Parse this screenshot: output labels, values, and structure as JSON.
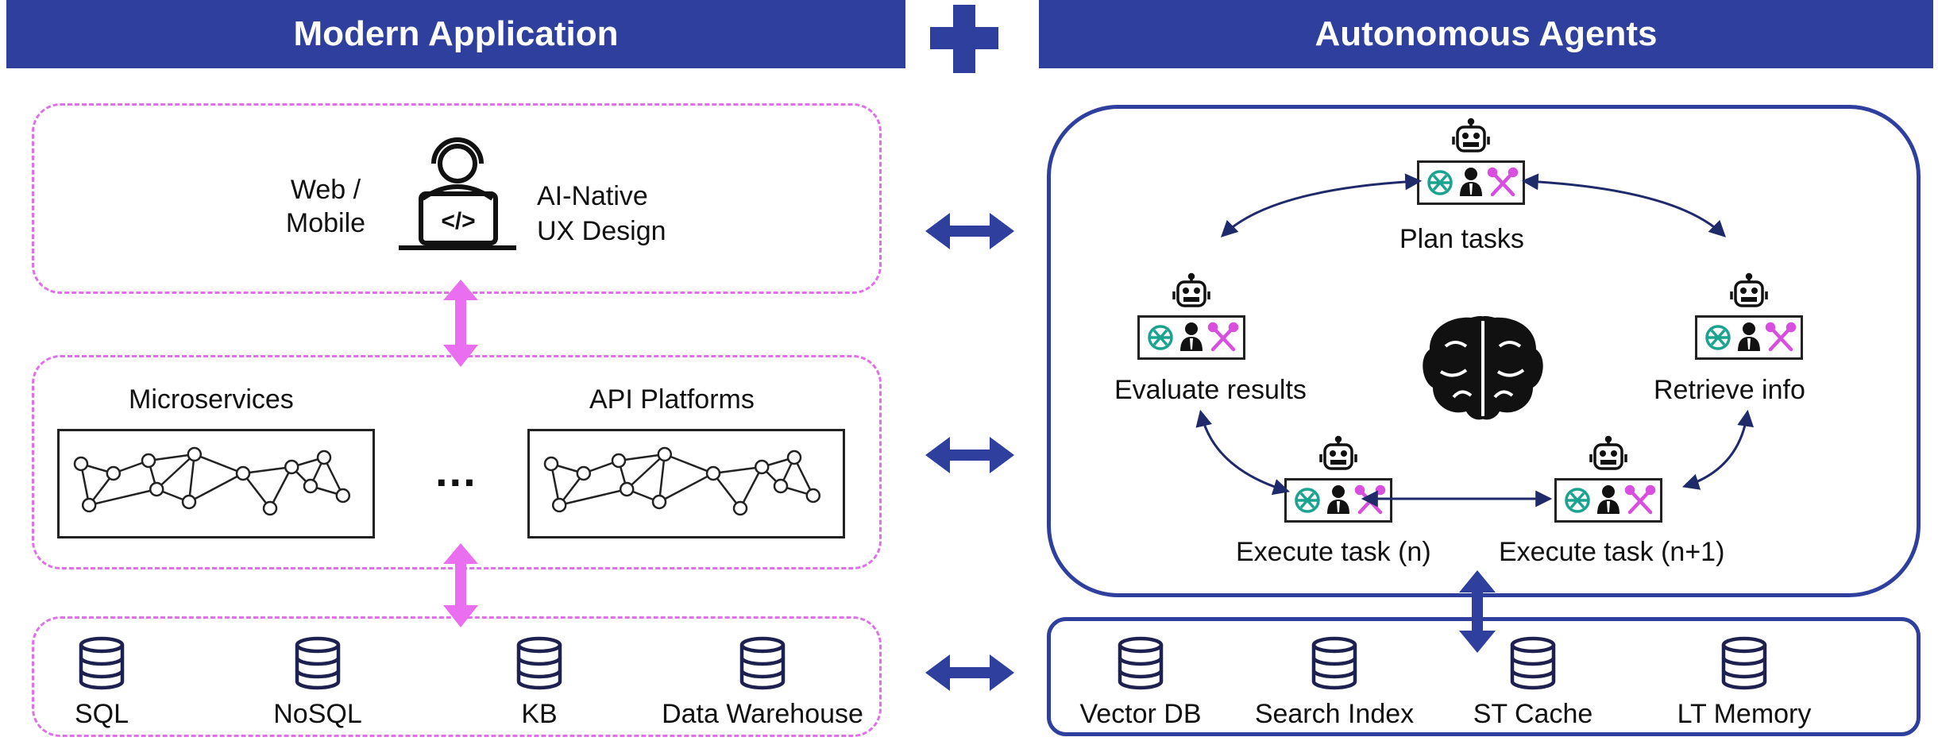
{
  "left_panel": {
    "title": "Modern Application",
    "ui_layer": {
      "left_text": [
        "Web /",
        "Mobile"
      ],
      "right_text": [
        "AI-Native",
        "UX Design"
      ],
      "icon": "developer-laptop-icon"
    },
    "services_layer": {
      "left_label": "Microservices",
      "right_label": "API Platforms",
      "ellipsis": "..."
    },
    "data_layer": {
      "stores": [
        "SQL",
        "NoSQL",
        "KB",
        "Data Warehouse"
      ]
    }
  },
  "plus_icon": "plus-icon",
  "right_panel": {
    "title": "Autonomous Agents",
    "cycle": {
      "plan": "Plan tasks",
      "retrieve": "Retrieve info",
      "execute_n1": "Execute task (n+1)",
      "execute_n": "Execute task (n)",
      "evaluate": "Evaluate results",
      "center_icon": "brain-icon",
      "agent_icons": [
        "robot-icon",
        "openai-icon",
        "person-icon",
        "tools-icon"
      ]
    },
    "memory_layer": {
      "stores": [
        "Vector DB",
        "Search Index",
        "ST Cache",
        "LT Memory"
      ]
    }
  },
  "colors": {
    "header": "#2e3f9e",
    "dashed": "#e070e8",
    "pink_arrow": "#ea6ef0",
    "blue_arrow": "#2e3f9e",
    "openai_green": "#1aa38f",
    "tools_pink": "#d84fe0"
  }
}
